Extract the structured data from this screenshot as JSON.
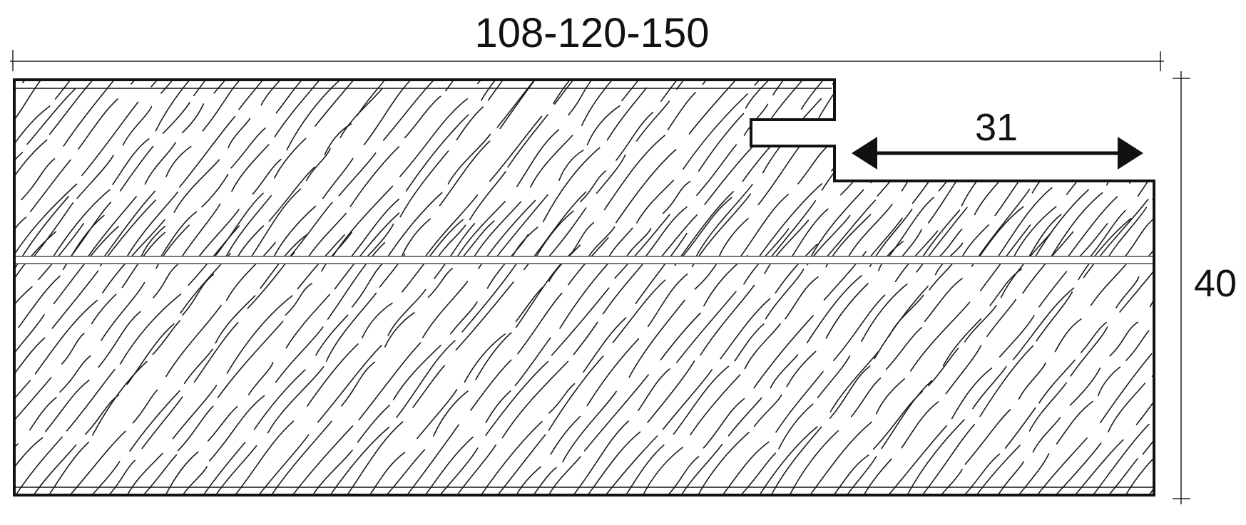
{
  "dimensions": {
    "overall_width": "108-120-150",
    "rebate_width": "31",
    "overall_height": "40"
  },
  "colors": {
    "outline": "#111111",
    "grain": "#1a1a1a",
    "background": "#ffffff"
  }
}
